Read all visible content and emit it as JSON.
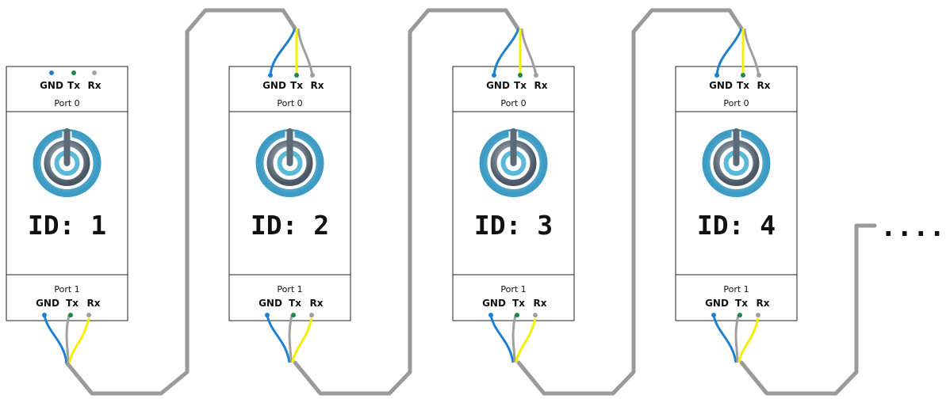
{
  "colors": {
    "gnd_wire": "#1f7fd0",
    "tx_wire": "#f5f000",
    "rx_wire": "#a0a0a0",
    "tx_dot": "#1a8a4a",
    "bus_cable": "#9a9a9a",
    "icon_outer": "#5ab8d8",
    "icon_inner": "#5a6a78"
  },
  "pins": {
    "gnd": "GND",
    "tx": "Tx",
    "rx": "Rx"
  },
  "ports": {
    "top": "Port 0",
    "bottom": "Port 1"
  },
  "icon": "power-icon",
  "modules": [
    {
      "id_label": "ID: 1"
    },
    {
      "id_label": "ID: 2"
    },
    {
      "id_label": "ID: 3"
    },
    {
      "id_label": "ID: 4"
    }
  ],
  "continuation": "....."
}
